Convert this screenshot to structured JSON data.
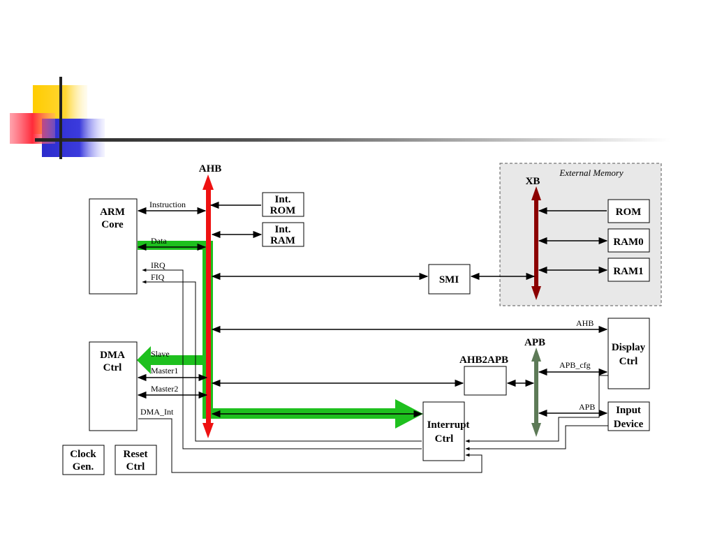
{
  "buses": {
    "ahb": "AHB",
    "xb": "XB",
    "apb": "APB"
  },
  "external_memory": {
    "title": "External Memory"
  },
  "blocks": {
    "arm_core": [
      "ARM",
      "Core"
    ],
    "dma_ctrl": [
      "DMA",
      "Ctrl"
    ],
    "int_rom": [
      "Int.",
      "ROM"
    ],
    "int_ram": [
      "Int.",
      "RAM"
    ],
    "smi": "SMI",
    "rom": "ROM",
    "ram0": "RAM0",
    "ram1": "RAM1",
    "display_ctrl": [
      "Display",
      "Ctrl"
    ],
    "ahb2apb": "AHB2APB",
    "interrupt_ctrl": [
      "Interrupt",
      "Ctrl"
    ],
    "input_device": [
      "Input",
      "Device"
    ],
    "clock_gen": [
      "Clock",
      "Gen."
    ],
    "reset_ctrl": [
      "Reset",
      "Ctrl"
    ]
  },
  "signals": {
    "instruction": "Instruction",
    "data": "Data",
    "irq": "IRQ",
    "fiq": "FIQ",
    "slave": "Slave",
    "master1": "Master1",
    "master2": "Master2",
    "dma_int": "DMA_Int",
    "ahb": "AHB",
    "apb_cfg": "APB_cfg",
    "apb": "APB"
  },
  "colors": {
    "ahb_bus": "#ee1111",
    "xb_bus": "#8b0000",
    "apb_bus": "#5d7a57",
    "highlight": "#1ec01e",
    "ext_mem_fill": "#e8e8e8"
  }
}
